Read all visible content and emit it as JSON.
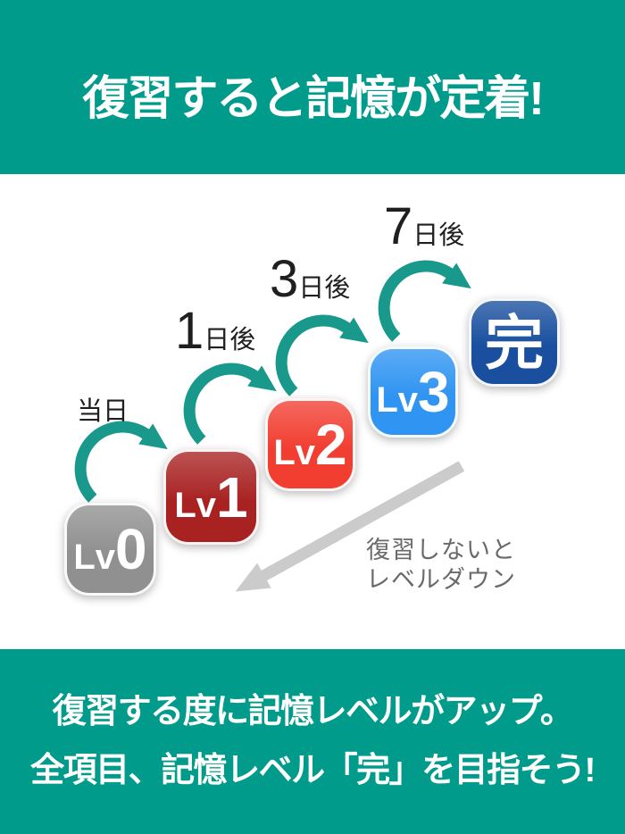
{
  "header": {
    "title": "復習すると記憶が定着!"
  },
  "diagram": {
    "steps": [
      {
        "prefix": "Lv",
        "value": "0",
        "color": "#909090"
      },
      {
        "prefix": "Lv",
        "value": "1",
        "color": "#a92222"
      },
      {
        "prefix": "Lv",
        "value": "2",
        "color": "#f23e31"
      },
      {
        "prefix": "Lv",
        "value": "3",
        "color": "#2f94f2"
      },
      {
        "prefix": "",
        "value": "完",
        "color": "#194f9e"
      }
    ],
    "intervals": [
      {
        "num": "",
        "unit": "当日"
      },
      {
        "num": "1",
        "unit": "日後"
      },
      {
        "num": "3",
        "unit": "日後"
      },
      {
        "num": "7",
        "unit": "日後"
      }
    ],
    "down_note": {
      "line1": "復習しないと",
      "line2": "レベルダウン"
    }
  },
  "footer": {
    "line1": "復習する度に記憶レベルがアップ。",
    "line2": "全項目、記憶レベル「完」を目指そう!"
  },
  "colors": {
    "teal_background": "#009b8b",
    "arrow_teal": "#18998b",
    "down_arrow_gray": "#cbcbcb",
    "label_dark": "#1f1f1f",
    "note_gray": "#6a6a6a",
    "text_white": "#ffffff"
  }
}
